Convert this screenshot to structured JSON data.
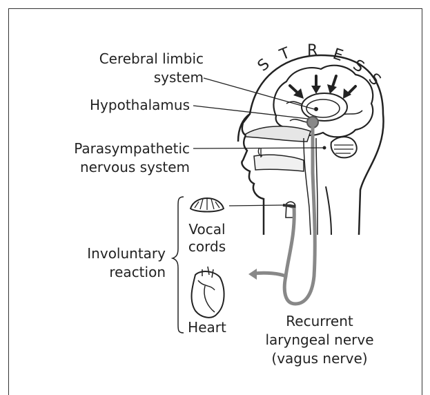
{
  "labels": {
    "limbic_line1": "Cerebral limbic",
    "limbic_line2": "system",
    "hypothalamus": "Hypothalamus",
    "para_line1": "Parasympathetic",
    "para_line2": "nervous system",
    "vocal_line1": "Vocal",
    "vocal_line2": "cords",
    "involuntary_line1": "Involuntary",
    "involuntary_line2": "reaction",
    "heart": "Heart",
    "recurrent_line1": "Recurrent",
    "recurrent_line2": "laryngeal nerve",
    "recurrent_line3": "(vagus nerve)"
  },
  "stress_letters": [
    "S",
    "T",
    "R",
    "E",
    "S",
    "S"
  ],
  "colors": {
    "line": "#222222",
    "nerve": "#808080",
    "nerve_dark": "#555555",
    "fill_gray": "#d0d0d0"
  }
}
